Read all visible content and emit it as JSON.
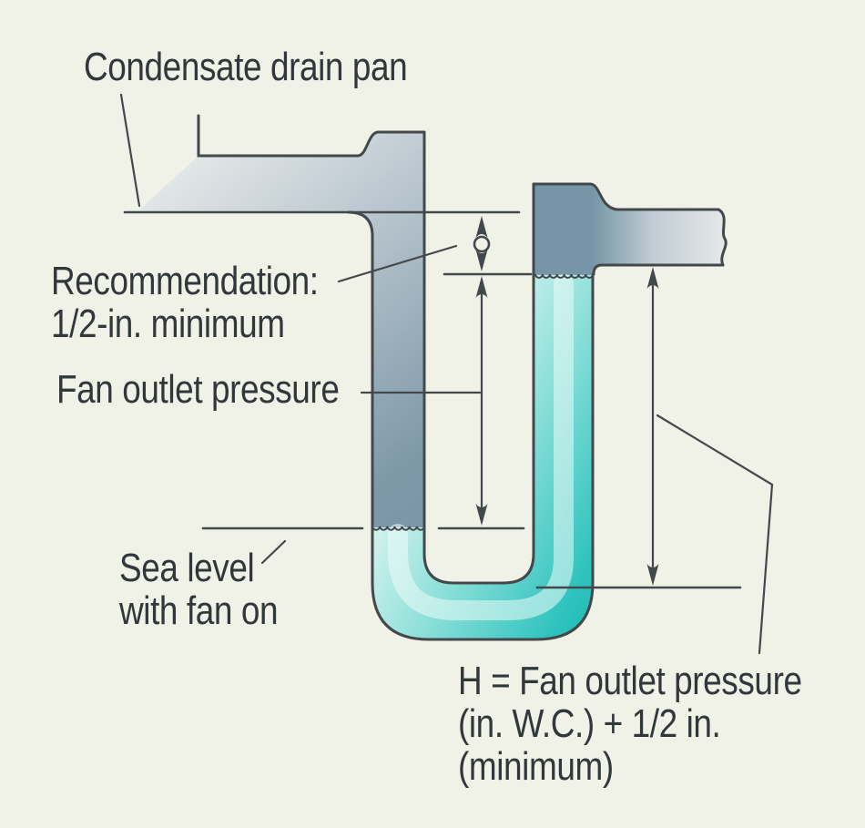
{
  "figure": {
    "type": "technical-diagram",
    "subject": "Condensate drain P-trap with fan outlet pressure dimensions"
  },
  "labels": {
    "condensate_drain_pan": {
      "text": "Condensate drain pan"
    },
    "recommendation": {
      "line1": "Recommendation:",
      "line2": "1/2-in. minimum"
    },
    "fan_outlet_pressure": {
      "text": "Fan outlet pressure"
    },
    "sea_level": {
      "line1": "Sea level",
      "line2": "with fan on"
    },
    "h_formula": {
      "line1": "H = Fan outlet pressure",
      "line2": "(in. W.C.) + 1/2 in.",
      "line3": "(minimum)"
    }
  },
  "colors": {
    "bg": "#f0f2e8",
    "line": "#43484b",
    "text": "#32373a",
    "pipe_light": "#f2f3f0",
    "pipe_mid": "#c2cdd4",
    "pipe_dark": "#7e98a8",
    "pipe_darker": "#7695a6",
    "outlet_light": "#e7e9ea",
    "water_light": "#daf4f0",
    "water_mid": "#8fe0da",
    "water_dark": "#2fc3be",
    "water_darker": "#17b3af",
    "water_highlight": "#ecfbf8"
  }
}
